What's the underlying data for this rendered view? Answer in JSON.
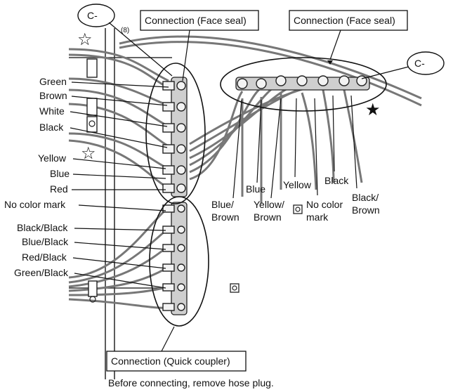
{
  "callouts": {
    "face_seal_left": "Connection (Face seal)",
    "face_seal_right": "Connection (Face seal)",
    "quick_coupler": "Connection (Quick coupler)",
    "c_minus_top": "C-",
    "c_minus_right": "C-",
    "note_number": "(8)"
  },
  "left_labels": {
    "green": "Green",
    "brown": "Brown",
    "white": "White",
    "black": "Black",
    "yellow": "Yellow",
    "blue": "Blue",
    "red": "Red",
    "no_color_mark": "No color mark",
    "black_black": "Black/Black",
    "blue_black": "Blue/Black",
    "red_black": "Red/Black",
    "green_black": "Green/Black"
  },
  "right_labels": {
    "blue_brown_1": "Blue/",
    "blue_brown_2": "Brown",
    "blue": "Blue",
    "yellow_brown_1": "Yellow/",
    "yellow_brown_2": "Brown",
    "yellow": "Yellow",
    "no_color_1": "No color",
    "no_color_2": "mark",
    "black": "Black",
    "black_brown_1": "Black/",
    "black_brown_2": "Brown"
  },
  "footer_note": "Before connecting, remove hose plug.",
  "symbols": {
    "open_star": "☆",
    "filled_star": "★"
  }
}
